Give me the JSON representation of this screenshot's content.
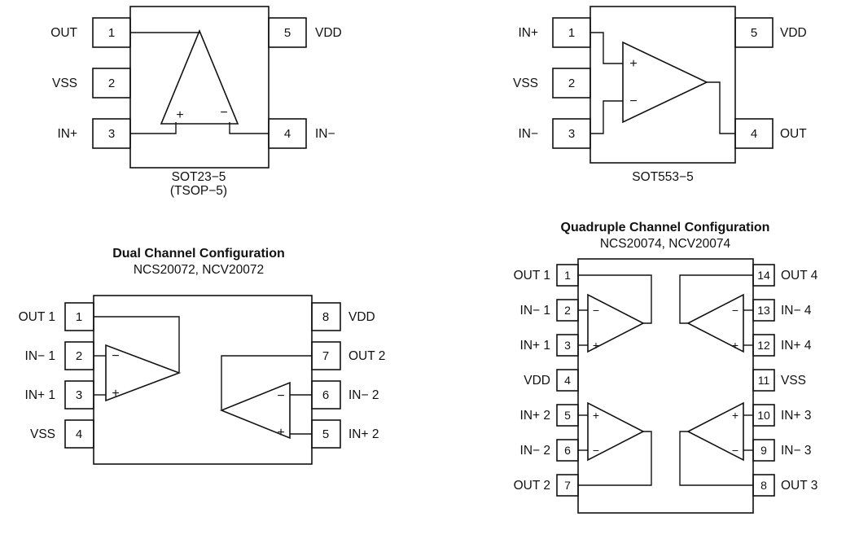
{
  "signs": {
    "plus": "+",
    "minus": "−"
  },
  "sot23": {
    "caption_line1": "SOT23−5",
    "caption_line2": "(TSOP−5)",
    "left_pins": [
      {
        "number": "1",
        "label": "OUT"
      },
      {
        "number": "2",
        "label": "VSS"
      },
      {
        "number": "3",
        "label": "IN+"
      }
    ],
    "right_pins": [
      {
        "number": "5",
        "label": "VDD"
      },
      {
        "number": "4",
        "label": "IN−"
      }
    ]
  },
  "sot553": {
    "caption": "SOT553−5",
    "left_pins": [
      {
        "number": "1",
        "label": "IN+"
      },
      {
        "number": "2",
        "label": "VSS"
      },
      {
        "number": "3",
        "label": "IN−"
      }
    ],
    "right_pins": [
      {
        "number": "5",
        "label": "VDD"
      },
      {
        "number": "4",
        "label": "OUT"
      }
    ]
  },
  "dual": {
    "title": "Dual Channel Configuration",
    "subtitle": "NCS20072, NCV20072",
    "left_pins": [
      {
        "number": "1",
        "label": "OUT 1"
      },
      {
        "number": "2",
        "label": "IN− 1"
      },
      {
        "number": "3",
        "label": "IN+ 1"
      },
      {
        "number": "4",
        "label": "VSS"
      }
    ],
    "right_pins": [
      {
        "number": "8",
        "label": "VDD"
      },
      {
        "number": "7",
        "label": "OUT 2"
      },
      {
        "number": "6",
        "label": "IN− 2"
      },
      {
        "number": "5",
        "label": "IN+ 2"
      }
    ]
  },
  "quad": {
    "title": "Quadruple Channel Configuration",
    "subtitle": "NCS20074, NCV20074",
    "left_pins": [
      {
        "number": "1",
        "label": "OUT 1"
      },
      {
        "number": "2",
        "label": "IN− 1"
      },
      {
        "number": "3",
        "label": "IN+ 1"
      },
      {
        "number": "4",
        "label": "VDD"
      },
      {
        "number": "5",
        "label": "IN+ 2"
      },
      {
        "number": "6",
        "label": "IN− 2"
      },
      {
        "number": "7",
        "label": "OUT 2"
      }
    ],
    "right_pins": [
      {
        "number": "14",
        "label": "OUT 4"
      },
      {
        "number": "13",
        "label": "IN− 4"
      },
      {
        "number": "12",
        "label": "IN+ 4"
      },
      {
        "number": "11",
        "label": "VSS"
      },
      {
        "number": "10",
        "label": "IN+ 3"
      },
      {
        "number": "9",
        "label": "IN− 3"
      },
      {
        "number": "8",
        "label": "OUT 3"
      }
    ]
  }
}
